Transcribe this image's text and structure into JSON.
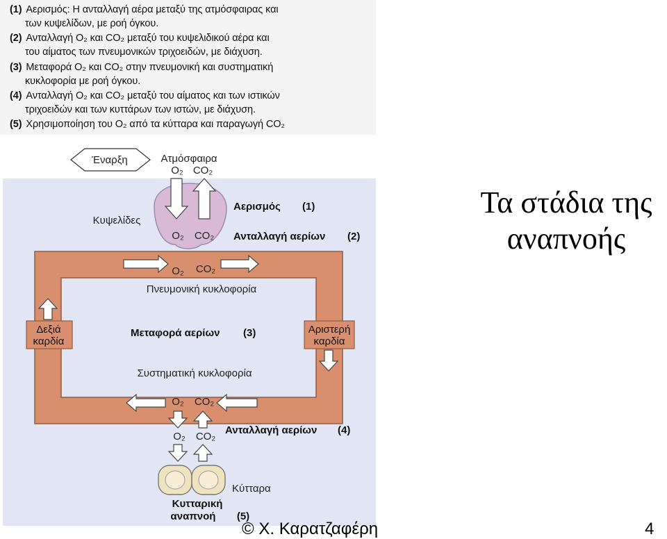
{
  "legend": [
    {
      "num": "(1)",
      "text": "Αερισμός: Η ανταλλαγή αέρα μεταξύ της ατμόσφαιρας και",
      "cont": "των κυψελίδων, με ροή όγκου."
    },
    {
      "num": "(2)",
      "text": "Ανταλλαγή O₂ και CO₂ μεταξύ του κυψελιδικού αέρα και",
      "cont": "του αίματος των πνευμονικών τριχοειδών, με διάχυση."
    },
    {
      "num": "(3)",
      "text": "Μεταφορά O₂ και CO₂ στην πνευμονική και συστηματική",
      "cont": "κυκλοφορία με ροή όγκου."
    },
    {
      "num": "(4)",
      "text": "Ανταλλαγή O₂ και CO₂ μεταξύ του αίματος και των ιστικών",
      "cont": "τριχοειδών και των κυττάρων των ιστών, με διάχυση."
    },
    {
      "num": "(5)",
      "text": "Χρησιμοποίηση του O₂ από τα κύτταρα και παραγωγή CO₂",
      "cont": ""
    }
  ],
  "diagram": {
    "start": "Έναρξη",
    "atmosphere": "Ατμόσφαιρα",
    "o2": "O₂",
    "co2": "CO₂",
    "alveoli": "Κυψελίδες",
    "ventilation": "Αερισμός",
    "ventilation_num": "(1)",
    "gas_exchange": "Ανταλλαγή αερίων",
    "gas_exchange_num_1": "(2)",
    "pulmonary": "Πνευμονική κυκλοφορία",
    "transport": "Μεταφορά αερίων",
    "transport_num": "(3)",
    "right_heart_1": "Δεξιά",
    "right_heart_2": "καρδία",
    "left_heart_1": "Αριστερή",
    "left_heart_2": "καρδία",
    "systemic": "Συστηματική κυκλοφορία",
    "gas_exchange_num_2": "(4)",
    "cells": "Κύτταρα",
    "cellular_1": "Κυτταρική",
    "cellular_2": "αναπνοή",
    "cellular_num": "(5)",
    "colors": {
      "panel": "#e2e6f4",
      "loop": "#d98f6e",
      "alveoli": "#d8bad6",
      "cell": "#efe3bf"
    }
  },
  "slide": {
    "title_line1": "Τα στάδια της",
    "title_line2": "αναπνοής",
    "credit": "© Χ. Καρατζαφέρη",
    "page": "4"
  }
}
